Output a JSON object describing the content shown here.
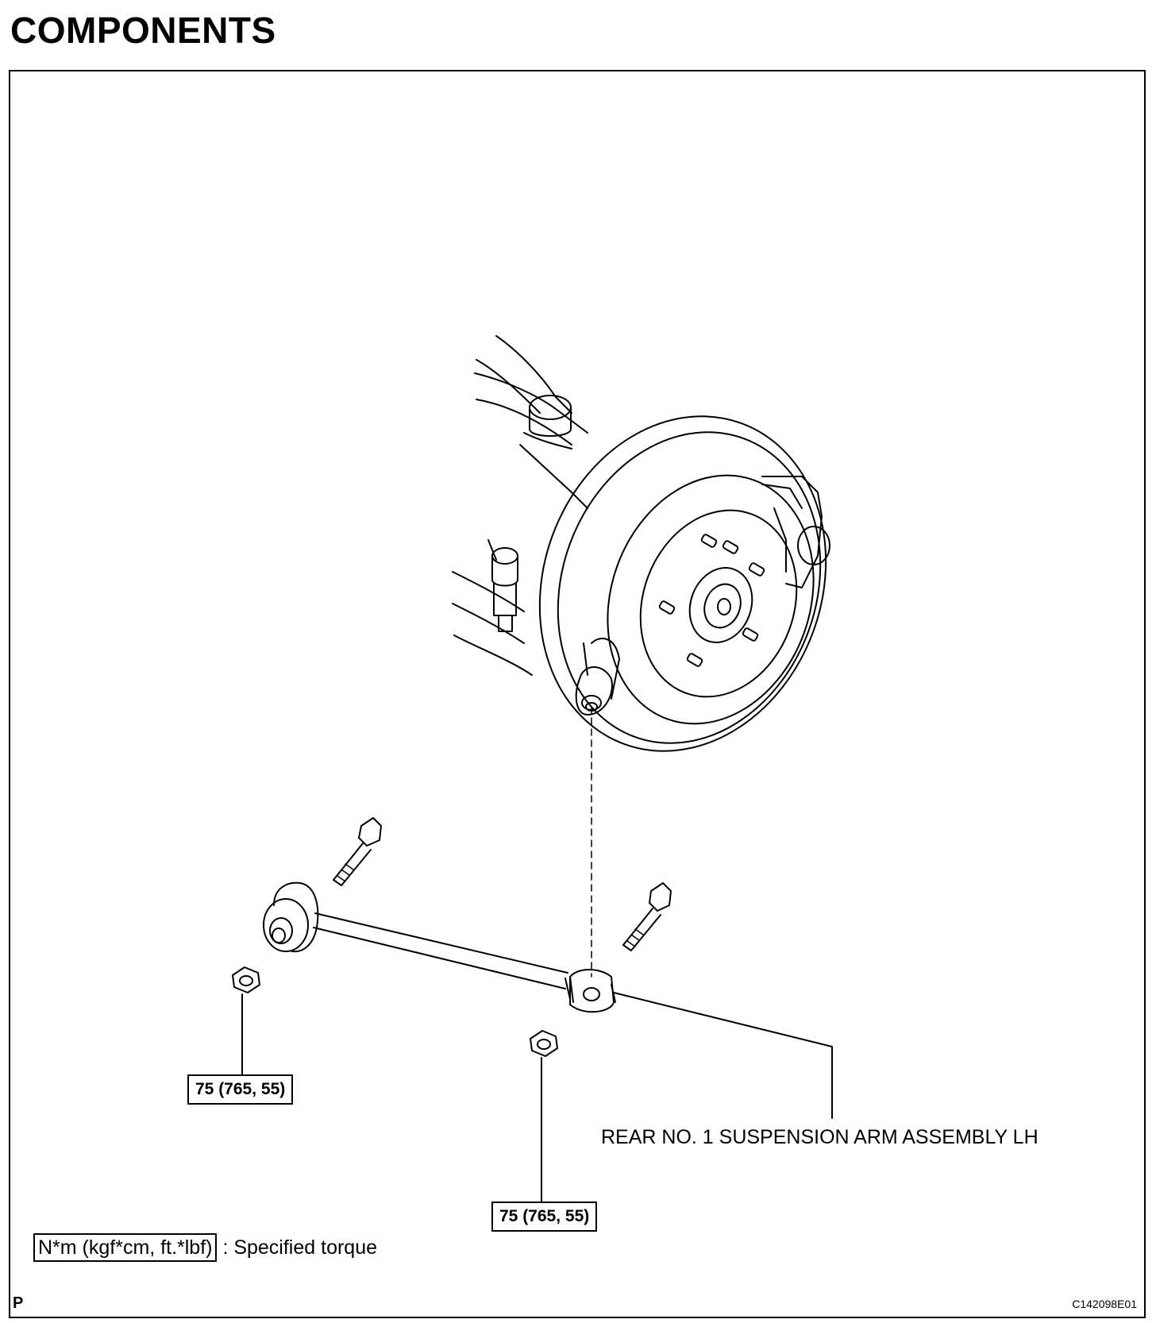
{
  "page": {
    "title": "COMPONENTS",
    "section_letter": "P",
    "figure_code": "C142098E01"
  },
  "diagram": {
    "part_label": "REAR NO. 1 SUSPENSION ARM ASSEMBLY LH",
    "torque_labels": [
      "75 (765, 55)",
      "75 (765, 55)"
    ],
    "legend": {
      "unit": "N*m (kgf*cm, ft.*lbf)",
      "description": ": Specified torque"
    }
  }
}
